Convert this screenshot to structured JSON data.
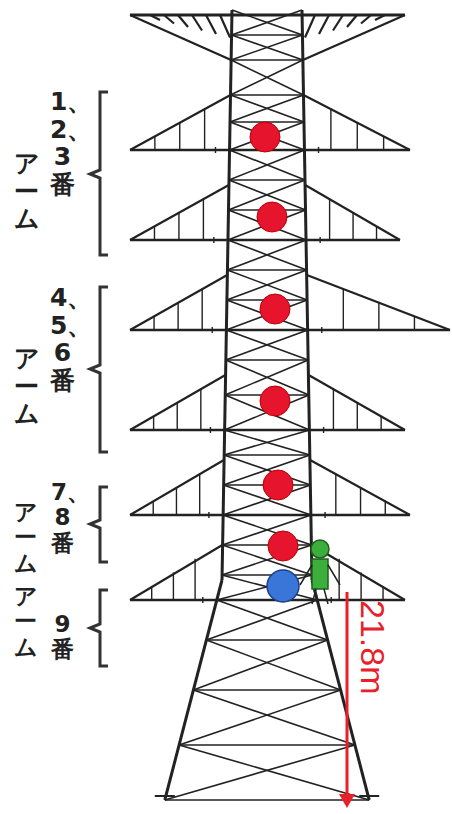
{
  "diagram": {
    "labels": [
      "1、2、3番",
      "アーム",
      "4、5、6番",
      "アーム",
      "7、8番",
      "アーム",
      "9番",
      "アーム",
      "21.8m"
    ]
  }
}
